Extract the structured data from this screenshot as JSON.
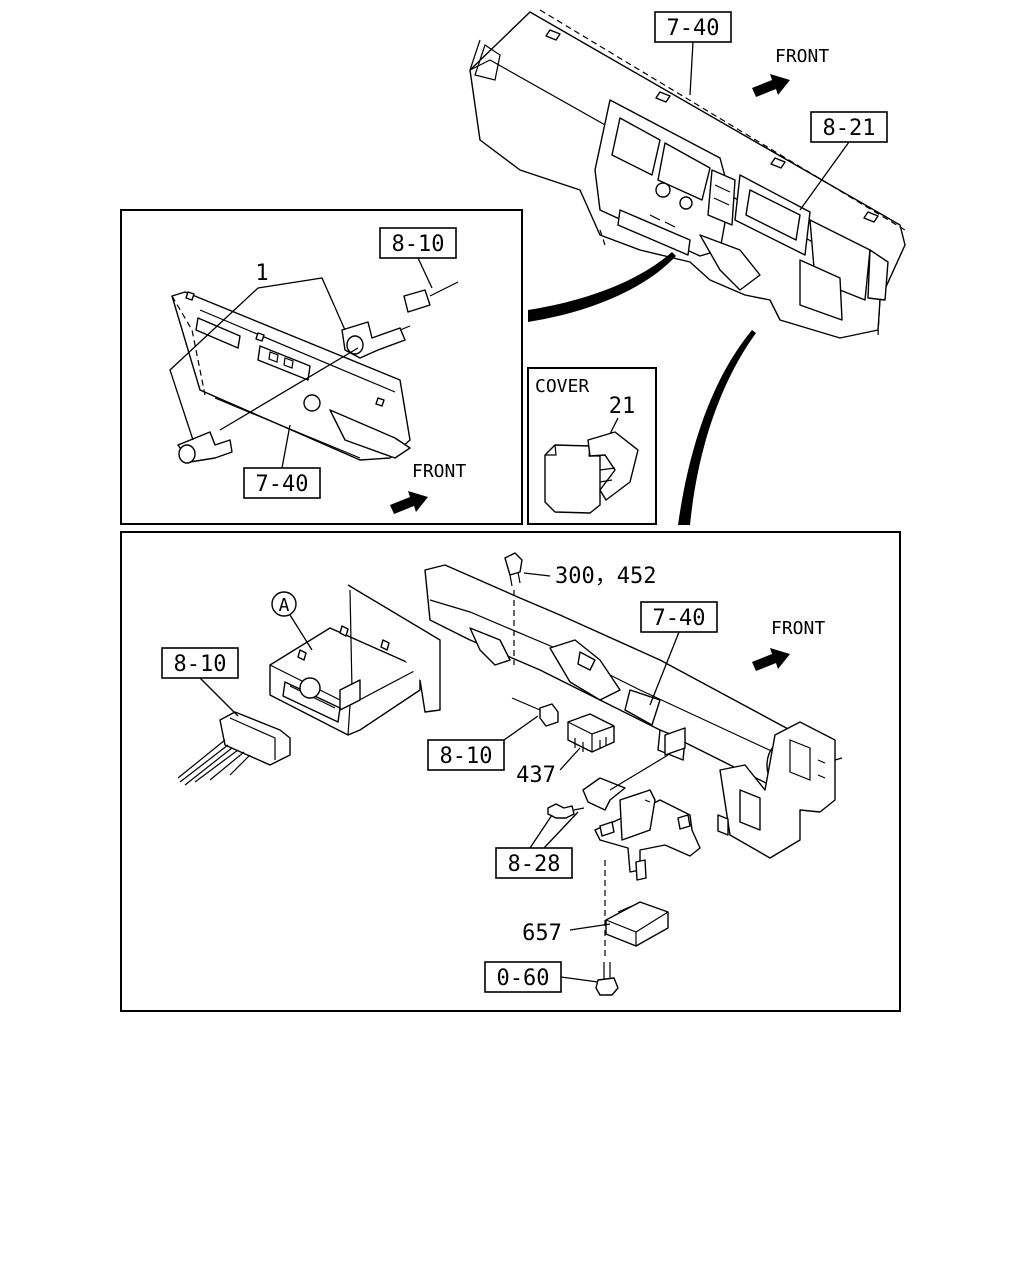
{
  "labels": {
    "top_7_40": "7-40",
    "top_front": "FRONT",
    "top_8_21": "8-21",
    "inset_8_10": "8-10",
    "inset_1": "1",
    "inset_7_40": "7-40",
    "inset_front": "FRONT",
    "cover": "COVER",
    "cover_21": "21",
    "main_300_452": "300，452",
    "main_7_40": "7-40",
    "main_front": "FRONT",
    "main_a": "A",
    "main_8_10_left": "8-10",
    "main_8_10_mid": "8-10",
    "main_437": "437",
    "main_8_28": "8-28",
    "main_657": "657",
    "main_0_60": "0-60"
  }
}
